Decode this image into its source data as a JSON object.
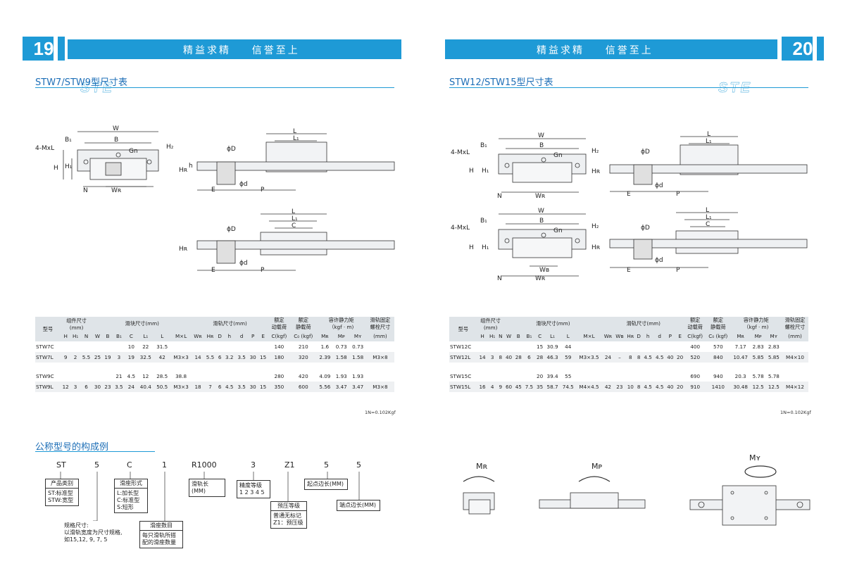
{
  "header": {
    "left_page_number": "19",
    "right_page_number": "20",
    "brand": "STE",
    "slogan": "精益求精    信誉至上"
  },
  "left": {
    "section_title": "STW7/STW9型尺寸表",
    "code_section_title": "公称型号的构成例"
  },
  "right": {
    "section_title": "STW12/STW15型尺寸表"
  },
  "drawing_labels": {
    "W": "W",
    "B": "B",
    "B1": "B₁",
    "Gn": "Gn",
    "H2": "H₂",
    "mxl": "4-MxL",
    "H": "H",
    "H1": "H₁",
    "N": "N",
    "WR": "Wʀ",
    "WB": "Wʙ",
    "D": "ϕD",
    "d": "ϕd",
    "Hr": "Hʀ",
    "h": "h",
    "E": "E",
    "P": "P",
    "L": "L",
    "L1": "L₁",
    "C": "C",
    "MR": "Mʀ",
    "MP": "Mᴘ",
    "MY": "Mʏ"
  },
  "table_headers": {
    "model": "型号",
    "assembly": "组件尺寸\n(mm)",
    "block": "滑块尺寸(mm)",
    "rail": "滑轨尺寸(mm)",
    "dyn": "额定\n动载荷",
    "stat": "额定\n静载荷",
    "moment": "容许静力矩\n（kgf · m)",
    "bolt": "滑轨固定\n螺栓尺寸",
    "cols_assembly": [
      "H",
      "H₁",
      "N"
    ],
    "cols_block": [
      "W",
      "B",
      "B₁",
      "C",
      "L₁",
      "L",
      "M×L"
    ],
    "cols_rail_left": [
      "Wʀ",
      "Hʀ",
      "D",
      "h",
      "d",
      "P",
      "E"
    ],
    "cols_rail_right": [
      "Wʀ",
      "Wʙ",
      "Hʀ",
      "D",
      "h",
      "d",
      "P",
      "E"
    ],
    "cols_load": [
      "C(kgf)",
      "C₀ (kgf)"
    ],
    "cols_moment": [
      "Mʀ",
      "Mᴘ",
      "Mʏ"
    ],
    "cols_bolt": "(mm)"
  },
  "left_table": [
    {
      "type": "a",
      "cells": [
        "STW7C",
        "",
        "",
        "",
        "",
        "",
        "",
        "10",
        "22",
        "31.5",
        "",
        "",
        "",
        "",
        "",
        "",
        "",
        "",
        "140",
        "210",
        "1.6",
        "0.73",
        "0.73",
        ""
      ]
    },
    {
      "type": "b",
      "cells": [
        "STW7L",
        "9",
        "2",
        "5.5",
        "25",
        "19",
        "3",
        "19",
        "32.5",
        "42",
        "M3×3",
        "14",
        "5.5",
        "6",
        "3.2",
        "3.5",
        "30",
        "15",
        "180",
        "320",
        "2.39",
        "1.58",
        "1.58",
        "M3×8"
      ]
    },
    {
      "type": "gap"
    },
    {
      "type": "a",
      "cells": [
        "STW9C",
        "",
        "",
        "",
        "",
        "",
        "21",
        "4.5",
        "12",
        "28.5",
        "38.8",
        "",
        "",
        "",
        "",
        "",
        "",
        "",
        "280",
        "420",
        "4.09",
        "1.93",
        "1.93",
        ""
      ]
    },
    {
      "type": "b",
      "cells": [
        "STW9L",
        "12",
        "3",
        "6",
        "30",
        "23",
        "3.5",
        "24",
        "40.4",
        "50.5",
        "M3×3",
        "18",
        "7",
        "6",
        "4.5",
        "3.5",
        "30",
        "15",
        "350",
        "600",
        "5.56",
        "3.47",
        "3.47",
        "M3×8"
      ]
    }
  ],
  "right_table": [
    {
      "type": "a",
      "cells": [
        "STW12C",
        "",
        "",
        "",
        "",
        "",
        "",
        "15",
        "30.9",
        "44",
        "",
        "",
        "",
        "",
        "",
        "",
        "",
        "",
        "",
        "400",
        "570",
        "7.17",
        "2.83",
        "2.83",
        ""
      ]
    },
    {
      "type": "b",
      "cells": [
        "STW12L",
        "14",
        "3",
        "8",
        "40",
        "28",
        "6",
        "28",
        "46.3",
        "59",
        "M3×3.5",
        "24",
        "–",
        "8",
        "8",
        "4.5",
        "4.5",
        "40",
        "20",
        "520",
        "840",
        "10.47",
        "5.85",
        "5.85",
        "M4×10"
      ]
    },
    {
      "type": "gap"
    },
    {
      "type": "a",
      "cells": [
        "STW15C",
        "",
        "",
        "",
        "",
        "",
        "",
        "20",
        "39.4",
        "55",
        "",
        "",
        "",
        "",
        "",
        "",
        "",
        "",
        "",
        "690",
        "940",
        "20.3",
        "5.78",
        "5.78",
        ""
      ]
    },
    {
      "type": "b",
      "cells": [
        "STW15L",
        "16",
        "4",
        "9",
        "60",
        "45",
        "7.5",
        "35",
        "58.7",
        "74.5",
        "M4×4.5",
        "42",
        "23",
        "10",
        "8",
        "4.5",
        "4.5",
        "40",
        "20",
        "910",
        "1410",
        "30.48",
        "12.5",
        "12.5",
        "M4×12"
      ]
    }
  ],
  "unit_note": "1N=0.102Kgf",
  "model_code": {
    "parts": [
      "ST",
      "5",
      "C",
      "1",
      "R1000",
      "3",
      "Z1",
      "5",
      "5"
    ],
    "boxes": {
      "category": {
        "title": "产品类别",
        "lines": [
          "ST:标准型",
          "STW:宽型"
        ]
      },
      "block_form": {
        "title": "滑座形式",
        "lines": [
          "L:加长型",
          "C:标准型",
          "S:短形"
        ]
      },
      "rail_length": {
        "lines": [
          "滑轨长(MM)"
        ]
      },
      "accuracy": {
        "lines": [
          "精度等级",
          "1 2 3 4 5"
        ]
      },
      "start_len": {
        "lines": [
          "起点边长(MM)"
        ]
      },
      "end_len": {
        "lines": [
          "端点边长(MM)"
        ]
      },
      "preload": {
        "title": "预压等级",
        "lines": [
          "普通无标记",
          "Z1：预压级"
        ]
      },
      "spec": {
        "lines": [
          "规格尺寸:",
          "以滑轨宽度为尺寸规格,",
          "如15,12, 9, 7, 5"
        ]
      },
      "block_count": {
        "title": "滑座数目",
        "lines": [
          "每只滑轨所搭",
          "配的滑座数量"
        ]
      }
    }
  },
  "colors": {
    "accent": "#1e9ad6",
    "title": "#1e6fb7"
  }
}
